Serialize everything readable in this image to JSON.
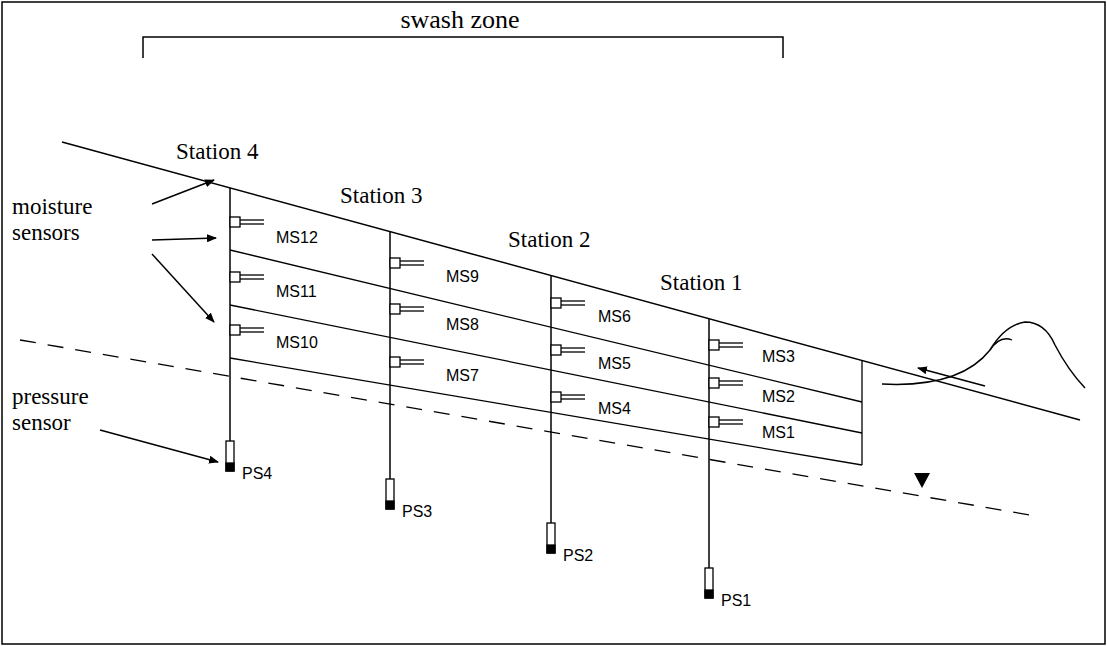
{
  "diagram": {
    "labels": [
      "swash zone",
      "Station 4",
      "Station 3",
      "Station 2",
      "Station 1",
      "moisture sensors",
      "MS12",
      "MS11",
      "MS10",
      "MS9",
      "MS8",
      "MS7",
      "MS6",
      "MS5",
      "MS4",
      "MS3",
      "MS2",
      "MS1",
      "pressure sensor",
      "PS4",
      "PS3",
      "PS2",
      "PS1"
    ]
  }
}
